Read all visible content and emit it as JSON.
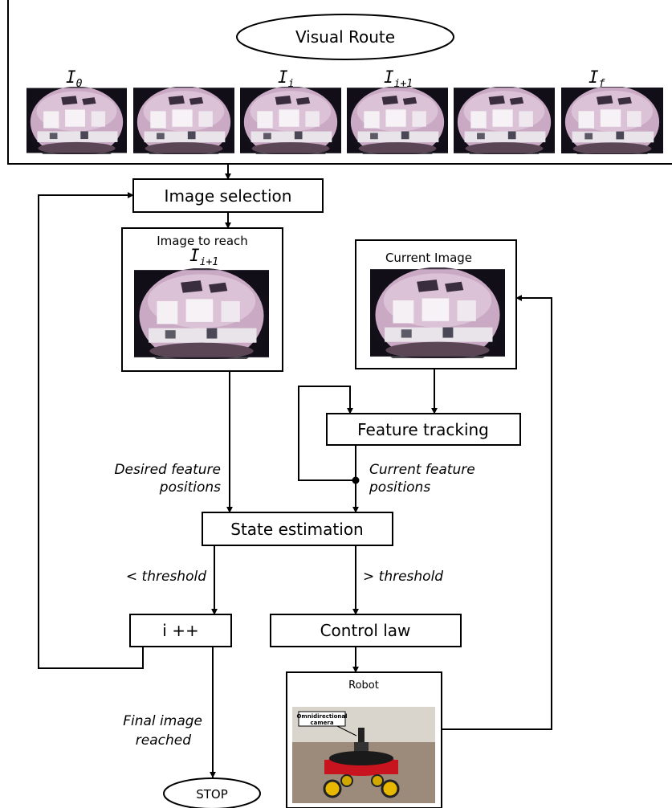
{
  "route_title": "Visual Route",
  "route_labels": {
    "i0": {
      "base": "I",
      "sub": "0"
    },
    "ii": {
      "base": "I",
      "sub": "i"
    },
    "ii1": {
      "base": "I",
      "sub": "i+1"
    },
    "if": {
      "base": "I",
      "sub": "f"
    }
  },
  "boxes": {
    "image_selection": "Image selection",
    "image_to_reach": "Image to reach",
    "image_to_reach_symbol": {
      "base": "I",
      "sub": "i+1"
    },
    "current_image": "Current Image",
    "feature_tracking": "Feature tracking",
    "state_estimation": "State estimation",
    "increment": "i ++",
    "control_law": "Control law",
    "robot": "Robot",
    "stop": "STOP"
  },
  "edge_labels": {
    "desired_1": "Desired feature",
    "desired_2": "positions",
    "current_1": "Current feature",
    "current_2": "positions",
    "below_threshold": "< threshold",
    "above_threshold": "> threshold",
    "final_1": "Final image",
    "final_2": "reached"
  },
  "robot_photo": {
    "caption_1": "Omnidirectional",
    "caption_2": "camera"
  },
  "colors": {
    "room_wall": "#c9a9c4",
    "window": "#f4f0f4",
    "robot_body": "#c8141e",
    "wheel": "#e8b800",
    "floor": "#9c8a7a"
  }
}
